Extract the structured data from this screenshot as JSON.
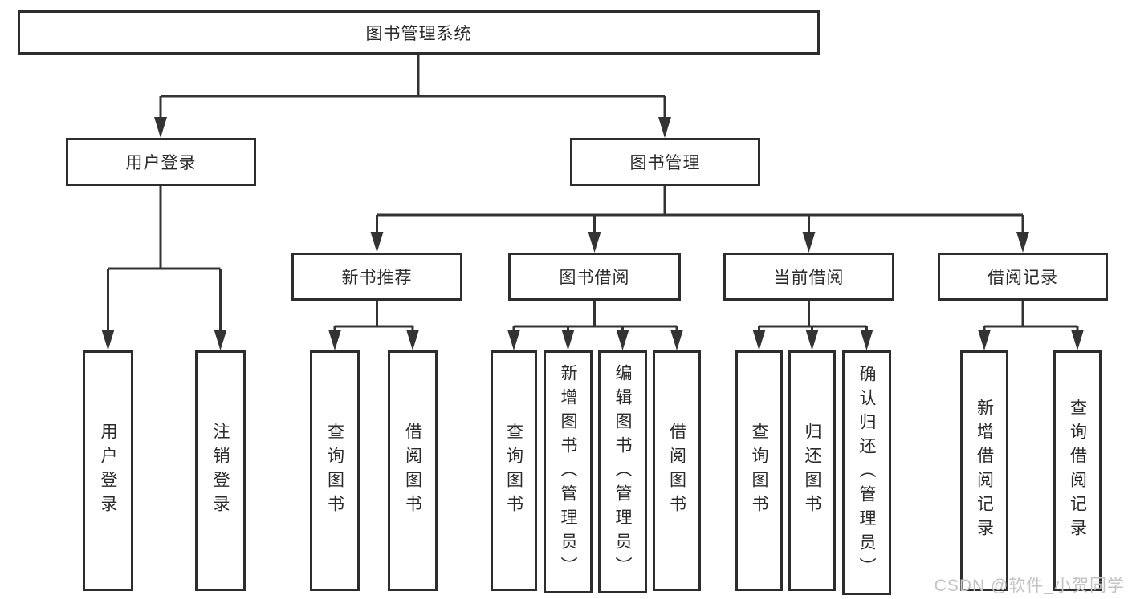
{
  "diagram": {
    "root": {
      "label": "图书管理系统"
    },
    "branches": [
      {
        "label": "用户登录",
        "children": [
          "用户登录",
          "注销登录"
        ]
      },
      {
        "label": "图书管理",
        "modules": [
          {
            "label": "新书推荐",
            "children": [
              "查询图书",
              "借阅图书"
            ]
          },
          {
            "label": "图书借阅",
            "children": [
              "查询图书",
              "新增图书（管理员）",
              "编辑图书（管理员）",
              "借阅图书"
            ]
          },
          {
            "label": "当前借阅",
            "children": [
              "查询图书",
              "归还图书",
              "确认归还（管理员）"
            ]
          },
          {
            "label": "借阅记录",
            "children": [
              "新增借阅记录",
              "查询借阅记录"
            ]
          }
        ]
      }
    ]
  },
  "watermark": {
    "text": "CSDN @软件_小贺同学"
  },
  "colors": {
    "line": "#333333",
    "box_border": "#2d2d2d",
    "background": "#ffffff",
    "text": "#2b2b2b",
    "watermark": "#c3c3c3"
  }
}
